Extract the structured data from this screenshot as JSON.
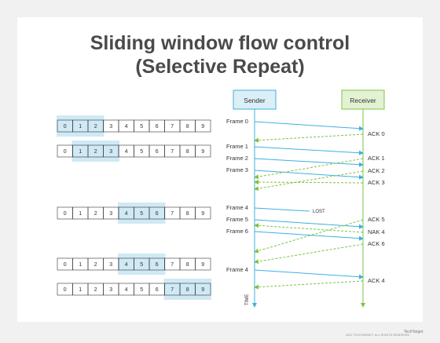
{
  "title": {
    "line1": "Sliding window flow control",
    "line2": "(Selective Repeat)"
  },
  "sender_label": "Sender",
  "receiver_label": "Receiver",
  "time_label": "TIME",
  "lost_label": "LOST",
  "footer": "2022 TECHTARGET. ALL RIGHTS RESERVED",
  "brand": "TechTarget",
  "colors": {
    "sender_box": "#dbeff7",
    "receiver_box": "#e4f2d4",
    "sender_line": "#3db0e0",
    "receiver_line": "#7cc243",
    "window_fill": "#cfe9f5",
    "cell_border": "#333333"
  },
  "windows": [
    {
      "cells": [
        "0",
        "1",
        "2",
        "3",
        "4",
        "5",
        "6",
        "7",
        "8",
        "9"
      ],
      "highlight": [
        0,
        1,
        2
      ]
    },
    {
      "cells": [
        "0",
        "1",
        "2",
        "3",
        "4",
        "5",
        "6",
        "7",
        "8",
        "9"
      ],
      "highlight": [
        1,
        2,
        3
      ]
    },
    {
      "cells": [
        "0",
        "1",
        "2",
        "3",
        "4",
        "5",
        "6",
        "7",
        "8",
        "9"
      ],
      "highlight": [
        4,
        5,
        6
      ]
    },
    {
      "cells": [
        "0",
        "1",
        "2",
        "3",
        "4",
        "5",
        "6",
        "7",
        "8",
        "9"
      ],
      "highlight": [
        4,
        5,
        6
      ]
    },
    {
      "cells": [
        "0",
        "1",
        "2",
        "3",
        "4",
        "5",
        "6",
        "7",
        "8",
        "9"
      ],
      "highlight": [
        7,
        8,
        9
      ]
    }
  ],
  "frames": [
    "Frame 0",
    "Frame 1",
    "Frame 2",
    "Frame 3",
    "Frame 4",
    "Frame 5",
    "Frame 6",
    "Frame 4"
  ],
  "responses": [
    "ACK 0",
    "ACK 1",
    "ACK 2",
    "ACK 3",
    "ACK 5",
    "NAK 4",
    "ACK 6",
    "ACK 4"
  ]
}
